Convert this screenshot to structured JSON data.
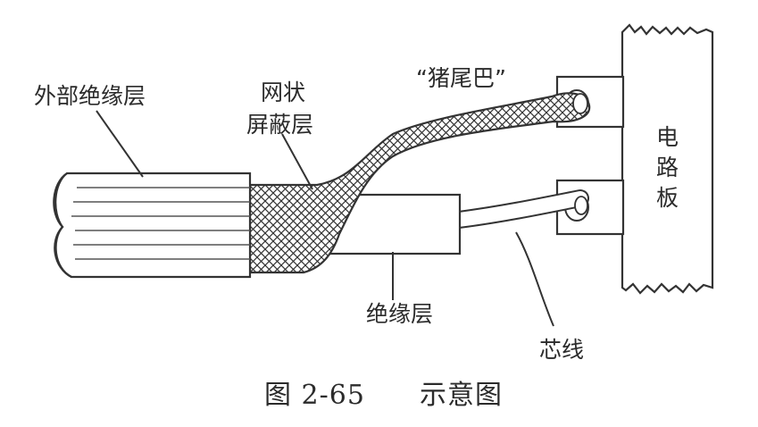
{
  "labels": {
    "outer_insulation": "外部绝缘层",
    "shield_line1": "网状",
    "shield_line2": "屏蔽层",
    "pigtail": "“猪尾巴”",
    "circuit_board_1": "电",
    "circuit_board_2": "路",
    "circuit_board_3": "板",
    "insulation": "绝缘层",
    "core_wire": "芯线"
  },
  "caption": {
    "figure_no": "图 2-65",
    "title": "示意图"
  }
}
